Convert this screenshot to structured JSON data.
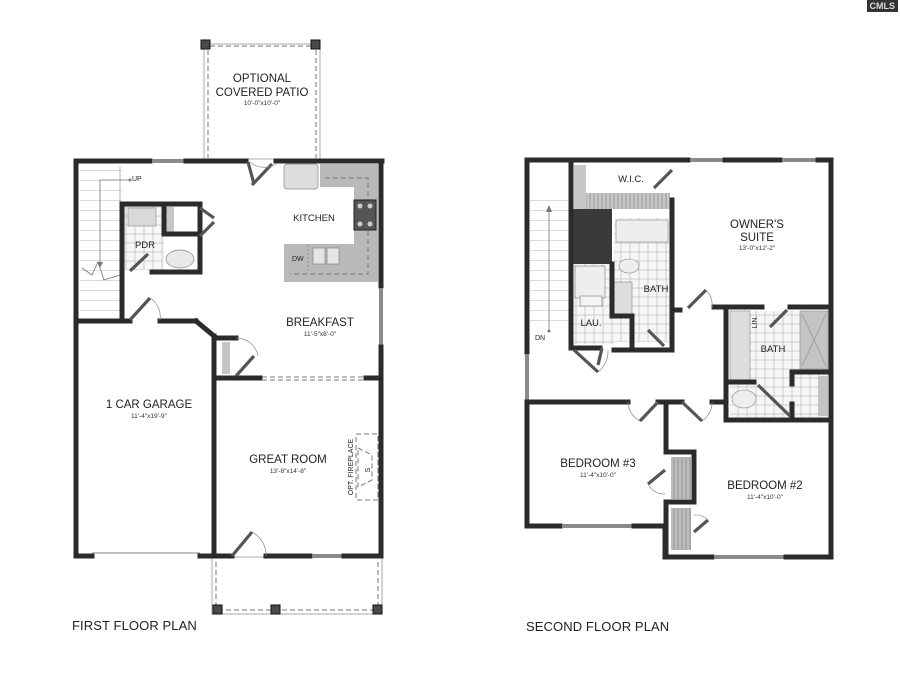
{
  "watermark": "CMLS",
  "first_floor": {
    "title": "FIRST FLOOR PLAN",
    "rooms": [
      {
        "name": "OPTIONAL",
        "name2": "COVERED PATIO",
        "dims": "10'-0\"x10'-0\""
      },
      {
        "name": "KITCHEN"
      },
      {
        "name": "PDR"
      },
      {
        "name": "BREAKFAST",
        "dims": "11'-5\"x8'-0\""
      },
      {
        "name": "1 CAR GARAGE",
        "dims": "11'-4\"x19'-9\""
      },
      {
        "name": "GREAT ROOM",
        "dims": "13'-8\"x14'-8\""
      }
    ],
    "annotations": {
      "stairs": "UP",
      "dishwasher": "DW",
      "fireplace": "OPT. FIREPLACE"
    }
  },
  "second_floor": {
    "title": "SECOND FLOOR PLAN",
    "rooms": [
      {
        "name": "W.I.C."
      },
      {
        "name": "OWNER'S",
        "name2": "SUITE",
        "dims": "13'-0\"x12'-2\""
      },
      {
        "name": "BATH"
      },
      {
        "name": "LAU."
      },
      {
        "name": "BATH"
      },
      {
        "name": "BEDROOM #3",
        "dims": "11'-4\"x10'-0\""
      },
      {
        "name": "BEDROOM #2",
        "dims": "11'-4\"x10'-0\""
      }
    ],
    "annotations": {
      "stairs": "DN",
      "linen": "LIN."
    }
  }
}
